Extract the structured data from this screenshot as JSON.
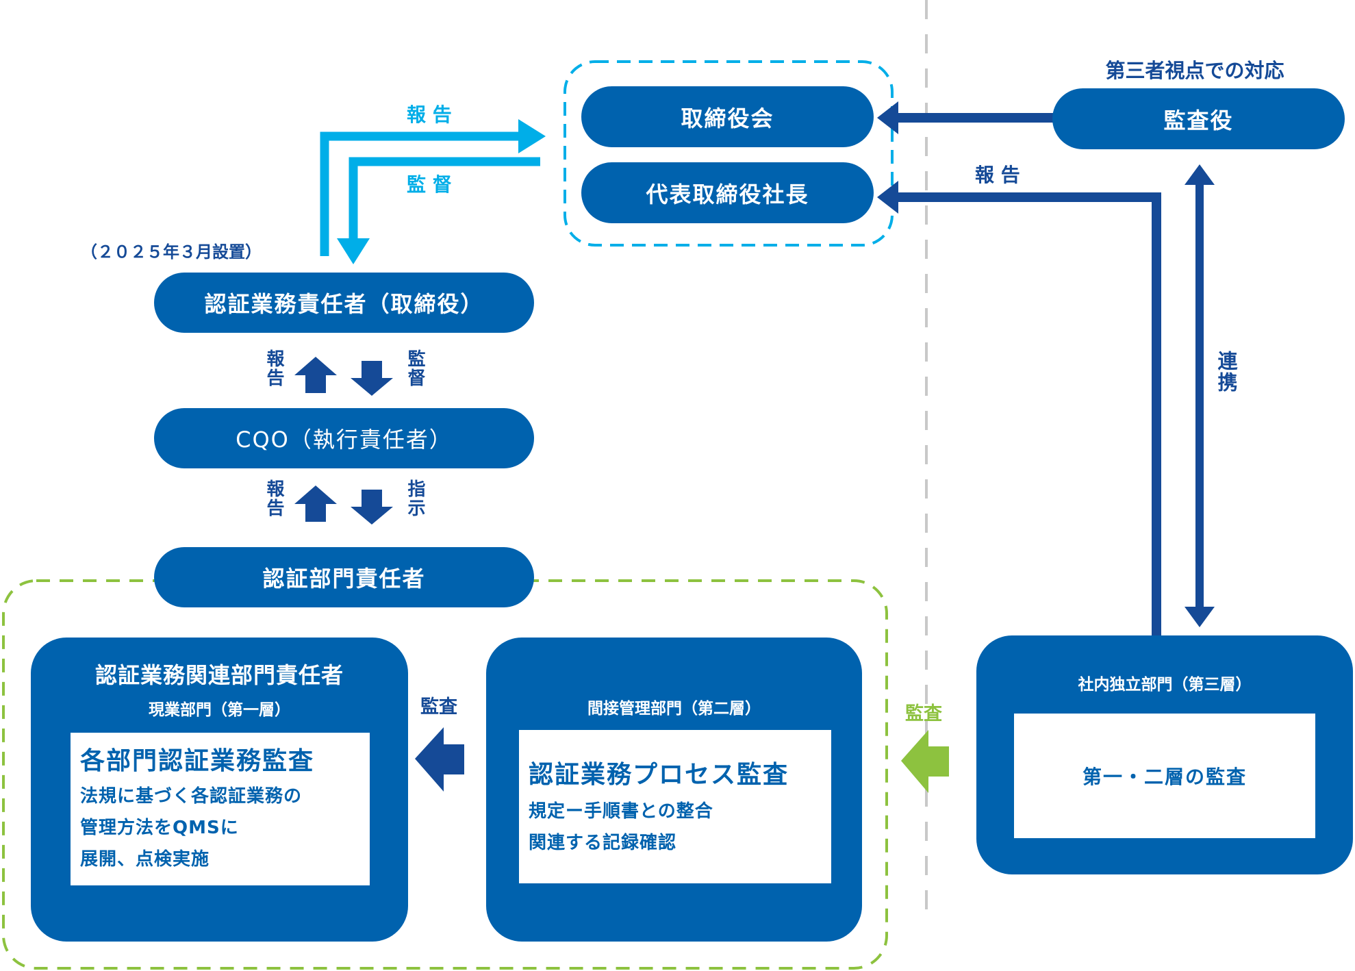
{
  "top": {
    "board": "取締役会",
    "president": "代表取締役社長",
    "third_party_caption": "第三者視点での対応",
    "auditor": "監査役",
    "report_right_label": "報 告",
    "collab_label": "連携"
  },
  "left_flow": {
    "report_label": "報 告",
    "supervise_label": "監 督",
    "established_note": "（２０２５年３月設置）",
    "cert_exec": "認証業務責任者（取締役）",
    "arrow1_up_label": "報告",
    "arrow1_down_label": "監督",
    "cqo": "CQO（執行責任者）",
    "arrow2_up_label": "報告",
    "arrow2_down_label": "指示",
    "dept_head": "認証部門責任者"
  },
  "layers": [
    {
      "title": "認証業務関連部門責任者",
      "subtitle": "現業部門（第一層）",
      "heading": "各部門認証業務監査",
      "lines": [
        "法規に基づく各認証業務の",
        "管理方法をQMSに",
        "展開、点検実施"
      ]
    },
    {
      "subtitle": "間接管理部門（第二層）",
      "heading": "認証業務プロセス監査",
      "lines": [
        "規定ー手順書との整合",
        "関連する記録確認"
      ]
    },
    {
      "subtitle": "社内独立部門（第三層）",
      "heading": "第一・二層の監査"
    }
  ],
  "audit_arrow_labels": {
    "layer2_to_layer1": "監査",
    "layer3_to_layer2": "監査"
  },
  "colors": {
    "primary_blue": "#0062ae",
    "arrow_navy": "#154a97",
    "cyan": "#00aee8",
    "green": "#8dc23f",
    "grey_divider": "#c8c8c8"
  }
}
